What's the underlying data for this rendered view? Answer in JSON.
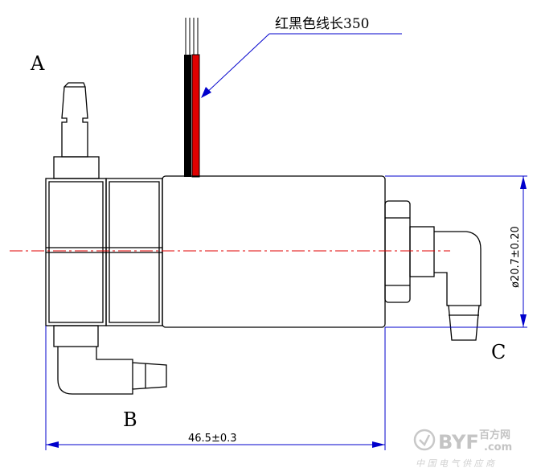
{
  "labels": {
    "port_a": "A",
    "port_b": "B",
    "port_c": "C"
  },
  "wire_note": "红黑色线长350",
  "dimensions": {
    "length": "46.5±0.3",
    "diameter": "ø20.7±0.20"
  },
  "watermark": {
    "brand": "BYF",
    "brand_cn": "百方网",
    "domain": ".com",
    "tagline": "中 国 电 气 供 应 商"
  },
  "colors": {
    "outline": "#000000",
    "dimension": "#0000cc",
    "centerline": "#e00000",
    "red_wire": "#e00000",
    "black_wire": "#000000",
    "watermark": "#c4c4c4"
  }
}
